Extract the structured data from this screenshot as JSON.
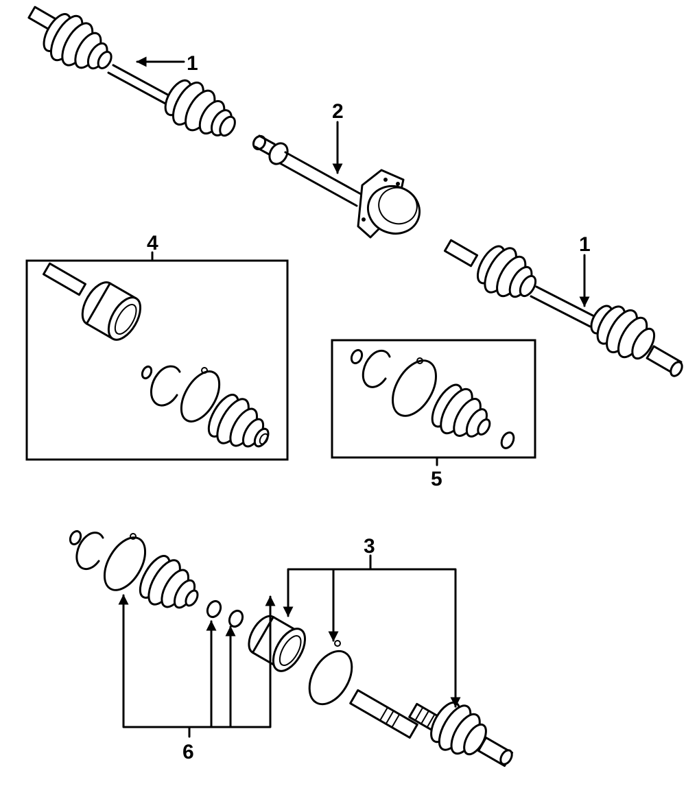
{
  "callouts": {
    "c1a": "1",
    "c1b": "1",
    "c2": "2",
    "c3": "3",
    "c4": "4",
    "c5": "5",
    "c6": "6"
  },
  "colors": {
    "line": "#000000",
    "background": "#ffffff"
  }
}
